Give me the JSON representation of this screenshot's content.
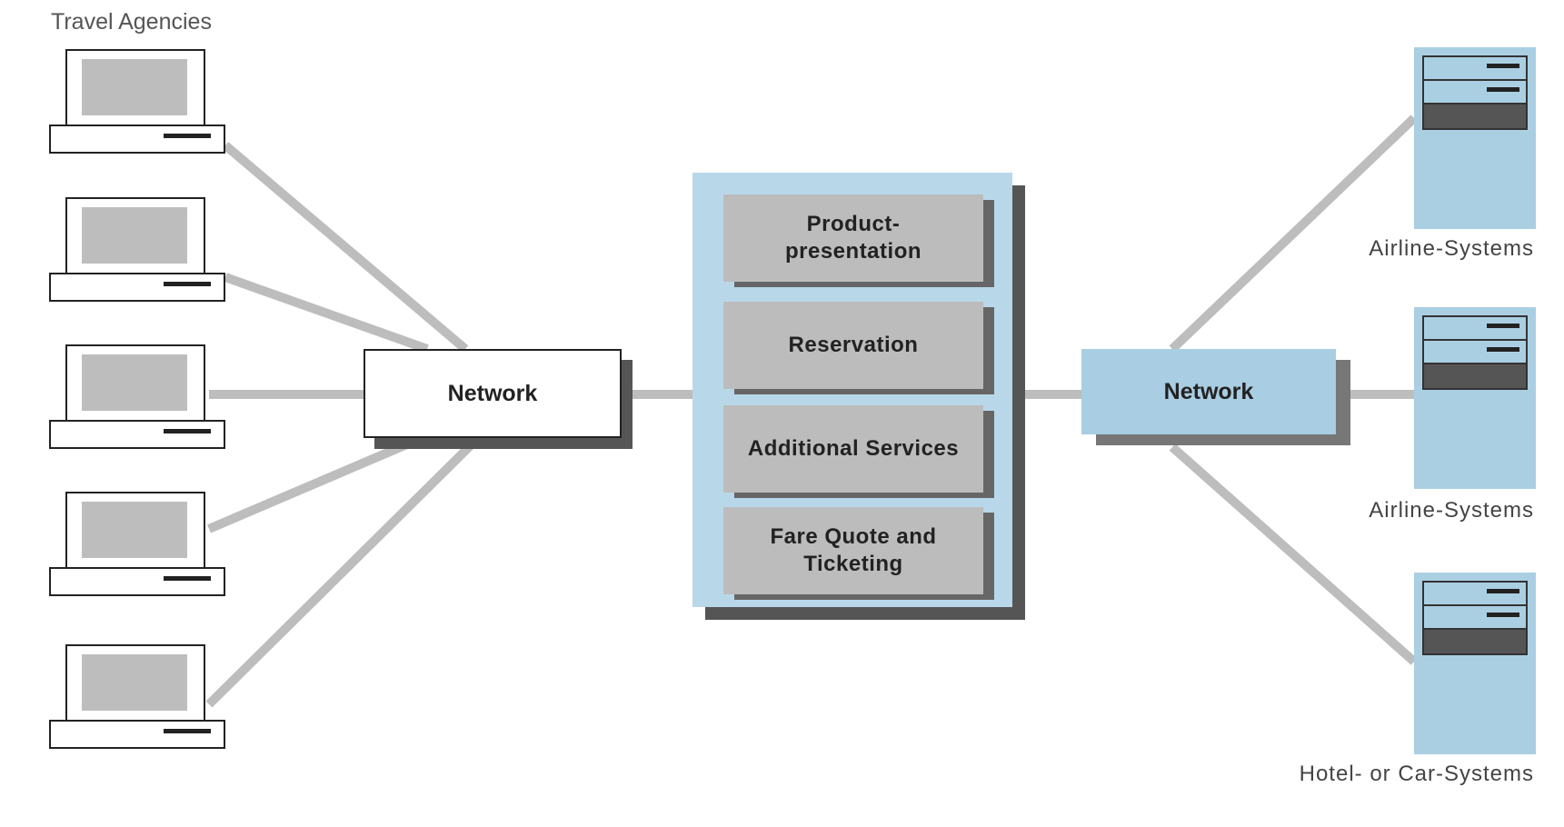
{
  "left_group": {
    "title": "Travel Agencies",
    "terminal_count": 5,
    "network_label": "Network"
  },
  "central": {
    "services": [
      "Product-\npresentation",
      "Reservation",
      "Additional Services",
      "Fare Quote and Ticketing"
    ]
  },
  "right_group": {
    "network_label": "Network",
    "systems": [
      {
        "label": "Airline-Systems",
        "icon": "server-icon"
      },
      {
        "label": "Airline-Systems",
        "icon": "server-icon"
      },
      {
        "label": "Hotel- or Car-Systems",
        "icon": "server-icon"
      }
    ]
  },
  "colors": {
    "connector": "#bdbdbd",
    "panel": "#b8d8ea",
    "network_right": "#a9cde2",
    "service_box": "#bcbcbc",
    "server_body": "#aacfe3"
  }
}
